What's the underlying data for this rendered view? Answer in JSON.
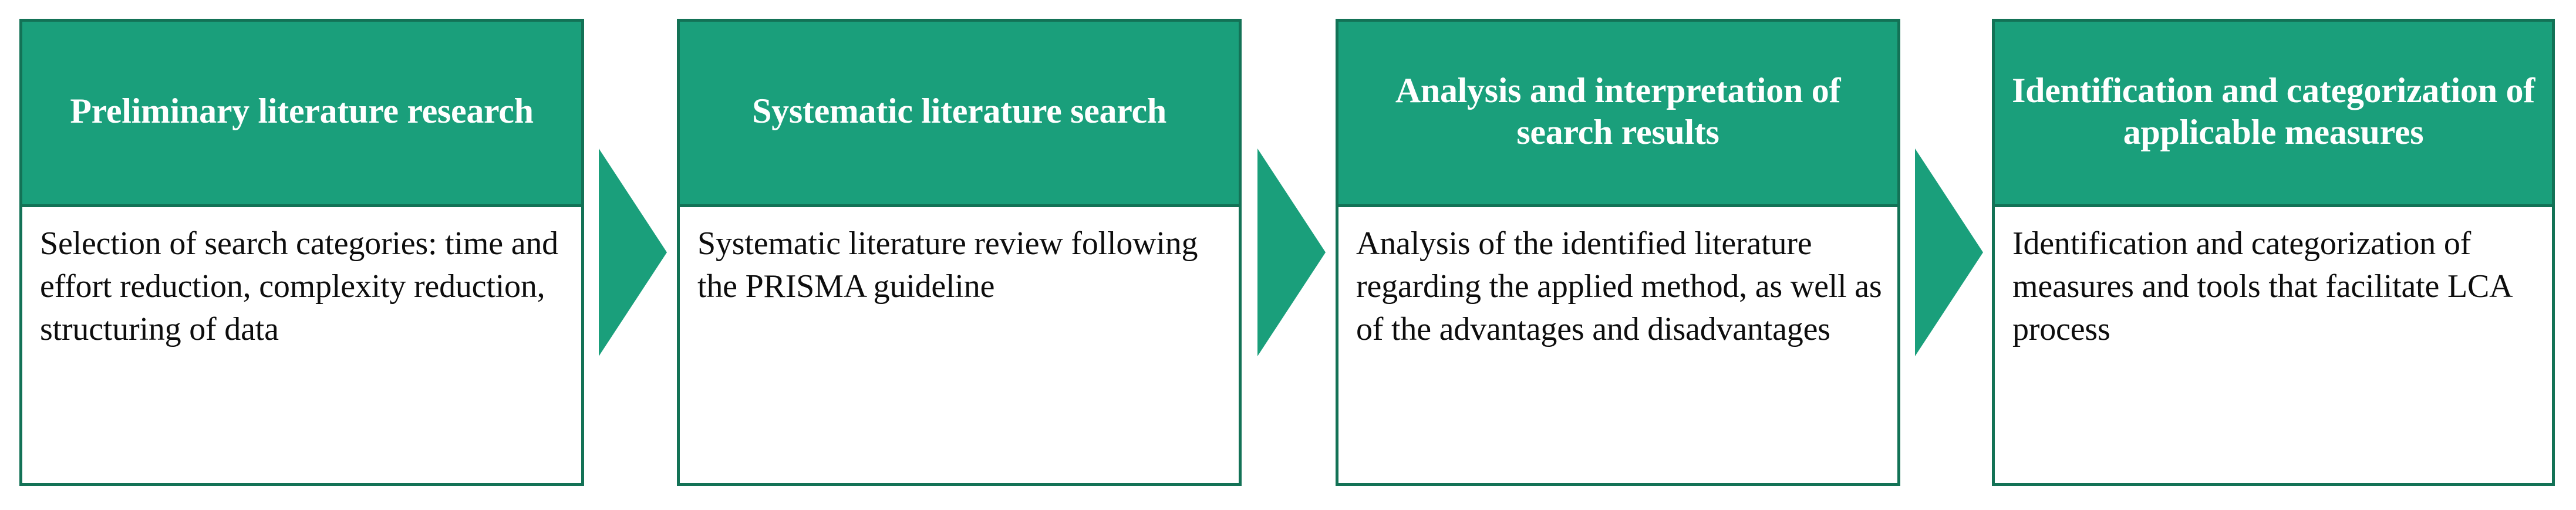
{
  "diagram": {
    "title": "Research process flowchart",
    "colors": {
      "header_fill": "#1A9F7B",
      "border": "#137256",
      "arrow_fill": "#1A9F7B",
      "header_text": "#FFFFFF",
      "body_text": "#0D0D0D",
      "background": "#FFFFFF"
    },
    "steps": [
      {
        "header": "Preliminary literature research",
        "body": "Selection of search categories: time and effort reduction, complexity reduction, structuring of data"
      },
      {
        "header": "Systematic literature search",
        "body": "Systematic literature review following the PRISMA guideline"
      },
      {
        "header": "Analysis and interpretation of search results",
        "body": "Analysis of the identified literature regarding the applied method, as well as of the advantages and disadvantages"
      },
      {
        "header": "Identification and categorization of applicable measures",
        "body": "Identification and categorization of measures and tools that facilitate LCA process"
      }
    ],
    "connectors": [
      {
        "name": "arrow-step1-to-step2",
        "direction": "right"
      },
      {
        "name": "arrow-step2-to-step3",
        "direction": "right"
      },
      {
        "name": "arrow-step3-to-step4",
        "direction": "right"
      }
    ]
  }
}
